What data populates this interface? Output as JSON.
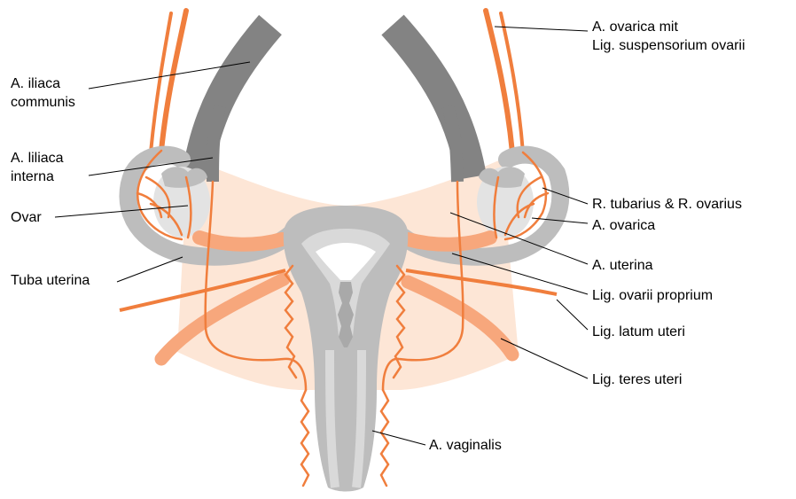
{
  "labels": {
    "a_iliaca_communis": [
      "A. iliaca",
      "communis"
    ],
    "a_iliaca_interna": [
      "A. liliaca",
      "interna"
    ],
    "ovar": "Ovar",
    "tuba_uterina": "Tuba uterina",
    "a_ovarica_mit": [
      "A. ovarica mit",
      "Lig. suspensorium ovarii"
    ],
    "r_tubarius_ovarius": "R. tubarius & R. ovarius",
    "a_ovarica": "A. ovarica",
    "a_uterina": "A. uterina",
    "lig_ovarii_proprium": "Lig. ovarii proprium",
    "lig_latum_uteri": "Lig. latum uteri",
    "lig_teres_uteri": "Lig. teres uteri",
    "a_vaginalis": "A. vaginalis"
  },
  "colors": {
    "artery": "#f07e3d",
    "vessel_gray": "#838383",
    "organ_gray": "#bdbdbd",
    "organ_light": "#d9d9d9",
    "ovary_fill": "#e3e3e3",
    "ligament_fill": "#fde6d6",
    "round_ligament": "#f7a77c",
    "leader_line": "#000000"
  }
}
